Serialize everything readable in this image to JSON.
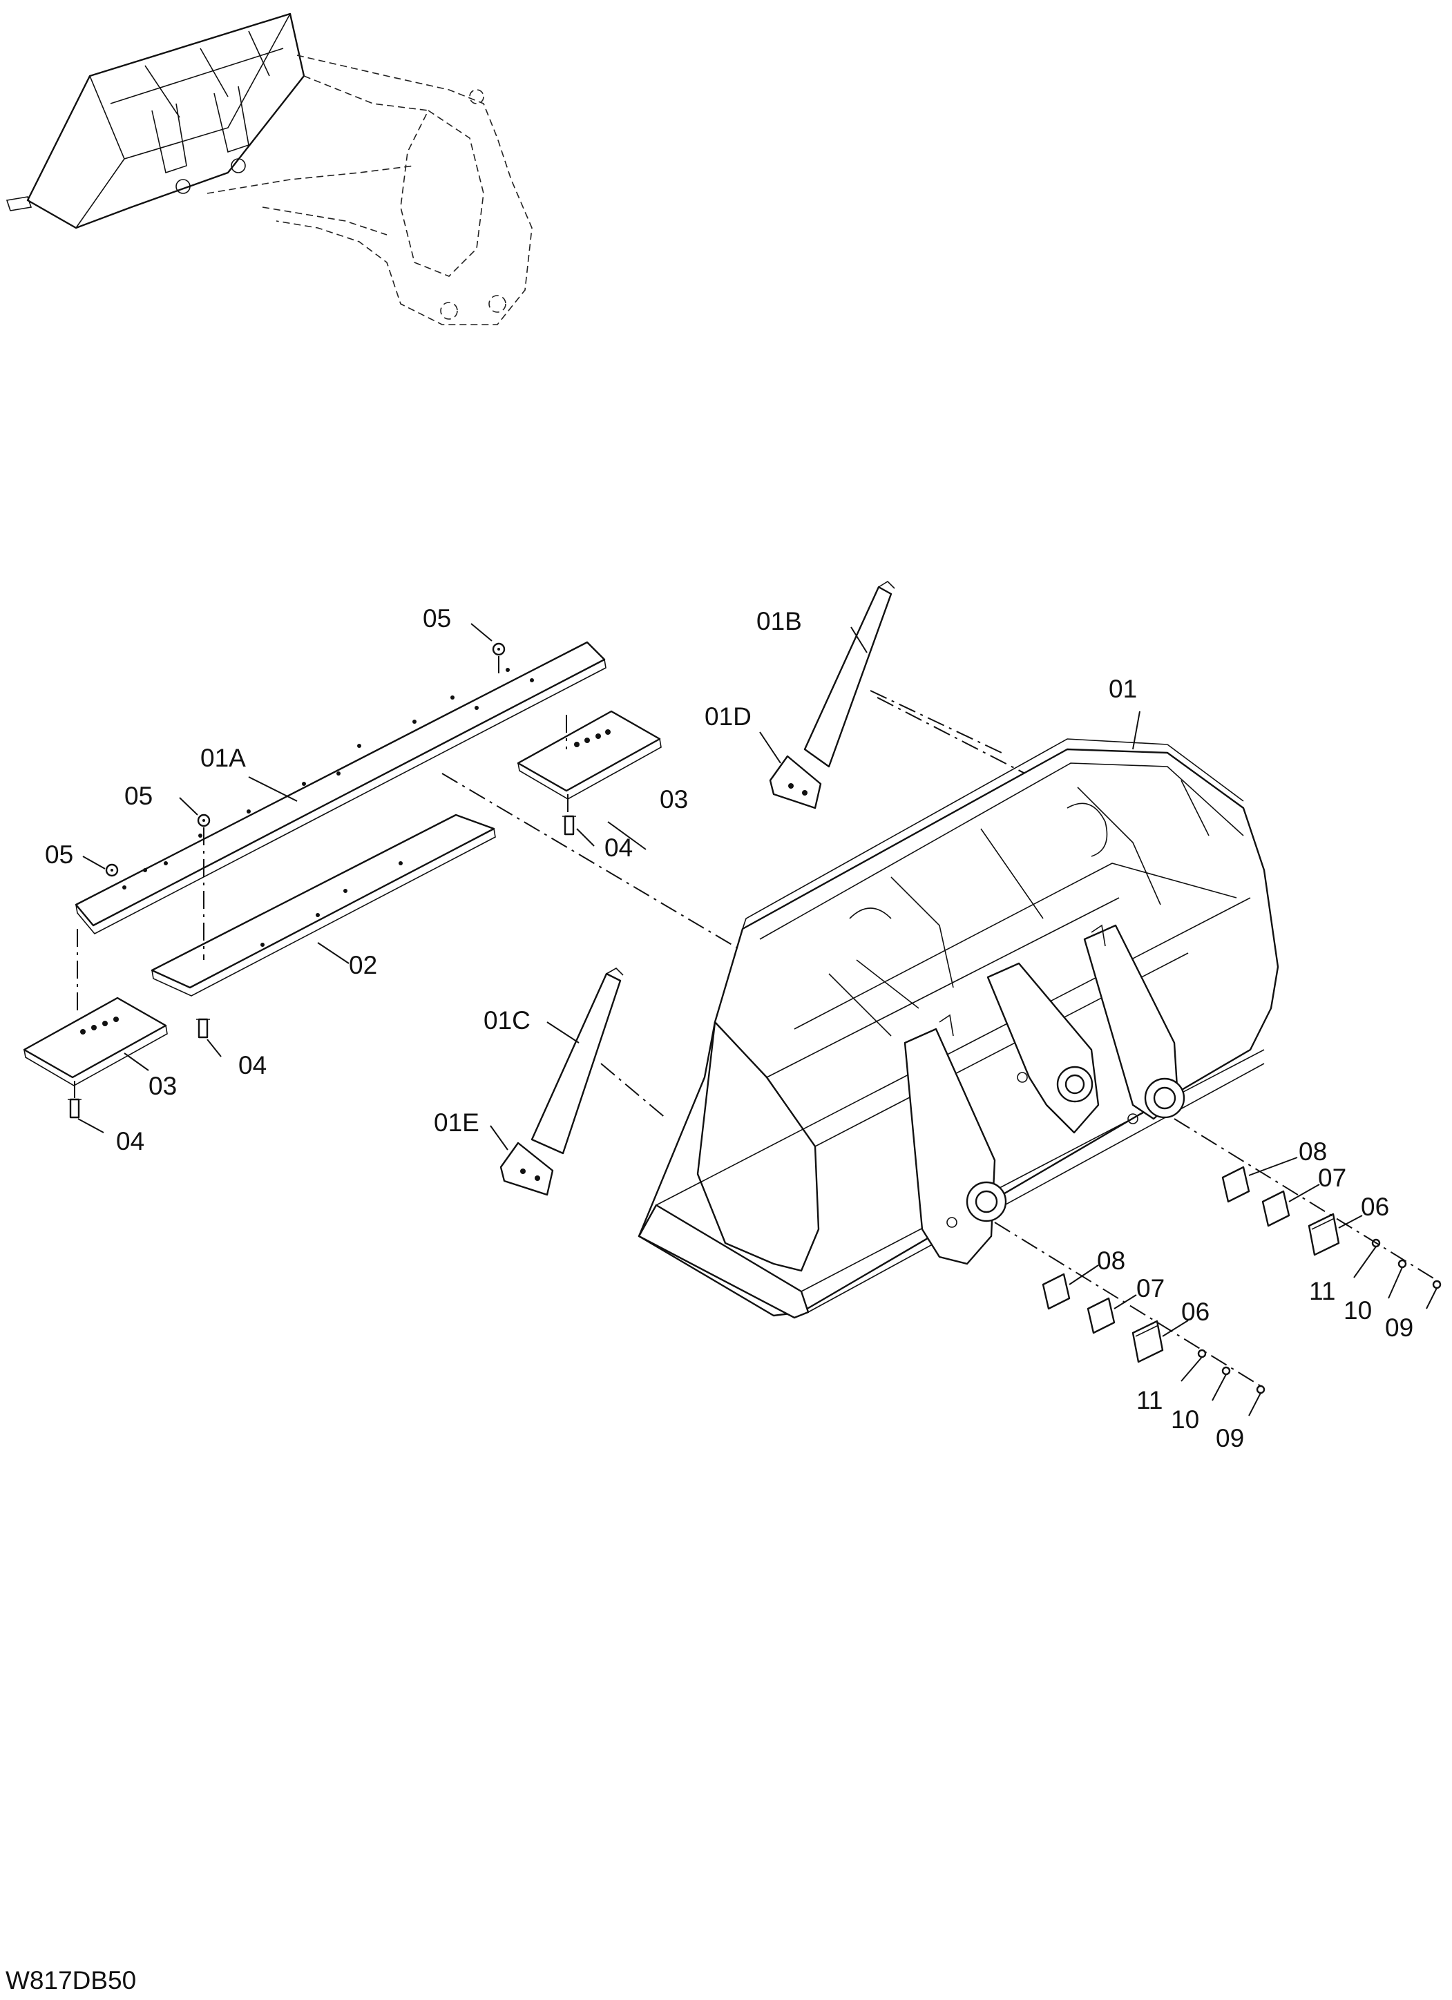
{
  "callouts": {
    "p01": "01",
    "p01A": "01A",
    "p01B": "01B",
    "p01C": "01C",
    "p01D": "01D",
    "p01E": "01E",
    "p02": "02",
    "p03a": "03",
    "p03b": "03",
    "p04a": "04",
    "p04b": "04",
    "p04c": "04",
    "p05a": "05",
    "p05b": "05",
    "p05c": "05",
    "p06a": "06",
    "p06b": "06",
    "p07a": "07",
    "p07b": "07",
    "p08a": "08",
    "p08b": "08",
    "p09a": "09",
    "p09b": "09",
    "p10a": "10",
    "p10b": "10",
    "p11a": "11",
    "p11b": "11"
  },
  "drawing_code": "W817DB50"
}
